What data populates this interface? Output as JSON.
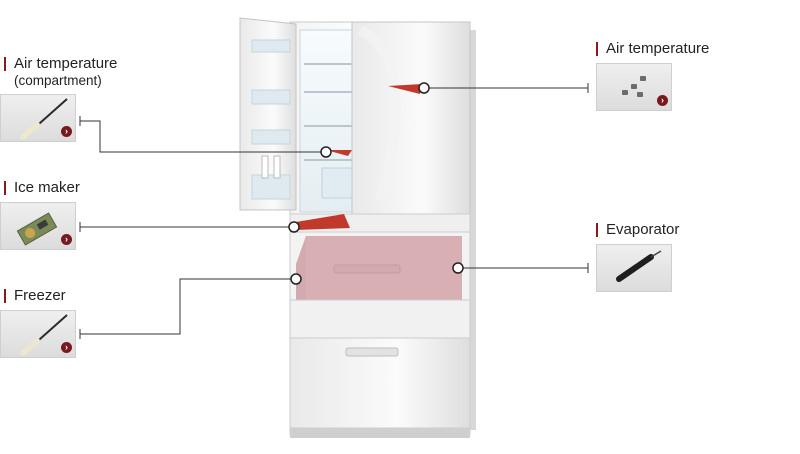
{
  "sensors": {
    "air_compartment": {
      "title": "Air temperature",
      "subtitle": "(compartment)"
    },
    "ice_maker": {
      "title": "Ice maker"
    },
    "freezer": {
      "title": "Freezer"
    },
    "air_right": {
      "title": "Air temperature"
    },
    "evaporator": {
      "title": "Evaporator"
    }
  },
  "go_glyph": "›",
  "colors": {
    "accent": "#8b1a1f",
    "highlight": "#c0392b",
    "zone": "#c98a90",
    "line": "#333333"
  }
}
